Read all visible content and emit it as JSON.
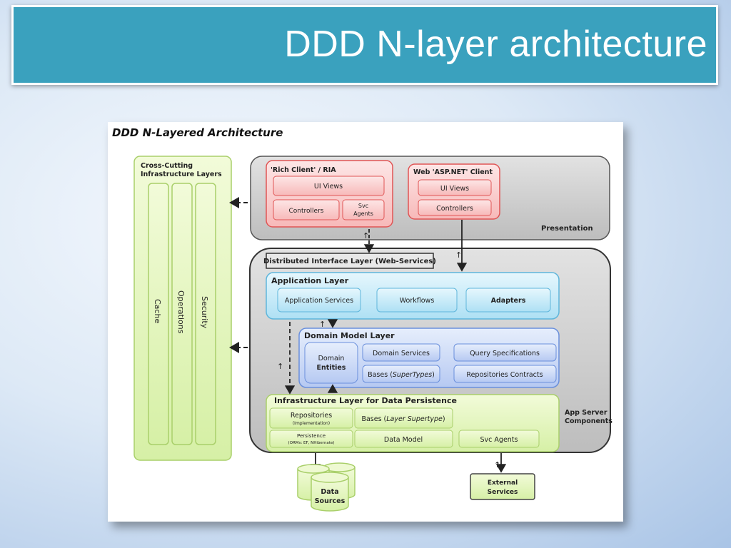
{
  "slide": {
    "title": "DDD N-layer architecture"
  },
  "diagram": {
    "title": "DDD N-Layered Architecture",
    "cross_cutting": {
      "title_line1": "Cross-Cutting",
      "title_line2": "Infrastructure Layers",
      "columns": [
        "Cache",
        "Operations",
        "Security"
      ]
    },
    "presentation": {
      "label": "Presentation",
      "rich_client": {
        "title": "'Rich Client' / RIA",
        "ui_views": "UI Views",
        "controllers": "Controllers",
        "svc_agents_line1": "Svc",
        "svc_agents_line2": "Agents"
      },
      "web_client": {
        "title": "Web 'ASP.NET' Client",
        "ui_views": "UI Views",
        "controllers": "Controllers"
      }
    },
    "distributed_interface": "Distributed Interface Layer (Web-Services)",
    "app_server_line1": "App Server",
    "app_server_line2": "Components",
    "application_layer": {
      "title": "Application Layer",
      "items": [
        "Application Services",
        "Workflows",
        "Adapters"
      ]
    },
    "domain_layer": {
      "title": "Domain Model Layer",
      "entities_line1": "Domain",
      "entities_line2": "Entities",
      "domain_services": "Domain Services",
      "bases_prefix": "Bases (",
      "bases_italic": "SuperTypes",
      "bases_suffix": ")",
      "query_specs": "Query Specifications",
      "repo_contracts": "Repositories Contracts"
    },
    "infrastructure_layer": {
      "title": "Infrastructure Layer for Data Persistence",
      "repositories": "Repositories",
      "repositories_sub": "(Implementation)",
      "bases_prefix": "Bases (",
      "bases_italic": "Layer Supertype",
      "bases_suffix": ")",
      "persistence": "Persistence",
      "persistence_sub": "(ORMs: EF, NHibernate)",
      "data_model": "Data Model",
      "svc_agents": "Svc Agents"
    },
    "data_sources_line1": "Data",
    "data_sources_line2": "Sources",
    "external_services_line1": "External",
    "external_services_line2": "Services"
  }
}
